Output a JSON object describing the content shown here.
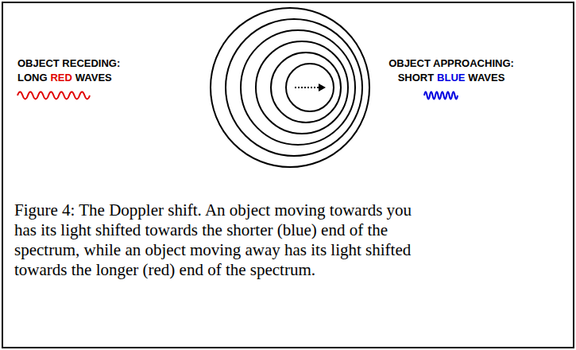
{
  "diagram": {
    "caption": "Figure 4: The Doppler shift. An object moving towards you has its light shifted towards the shorter (blue) end of the spectrum, while an object moving away has its light shifted towards the longer (red) end of the spectrum.",
    "labels": [
      "OBJECT RECEDING:",
      "LONG",
      "RED",
      "WAVES",
      "OBJECT APPROACHING:",
      "SHORT",
      "BLUE",
      "WAVES"
    ]
  }
}
